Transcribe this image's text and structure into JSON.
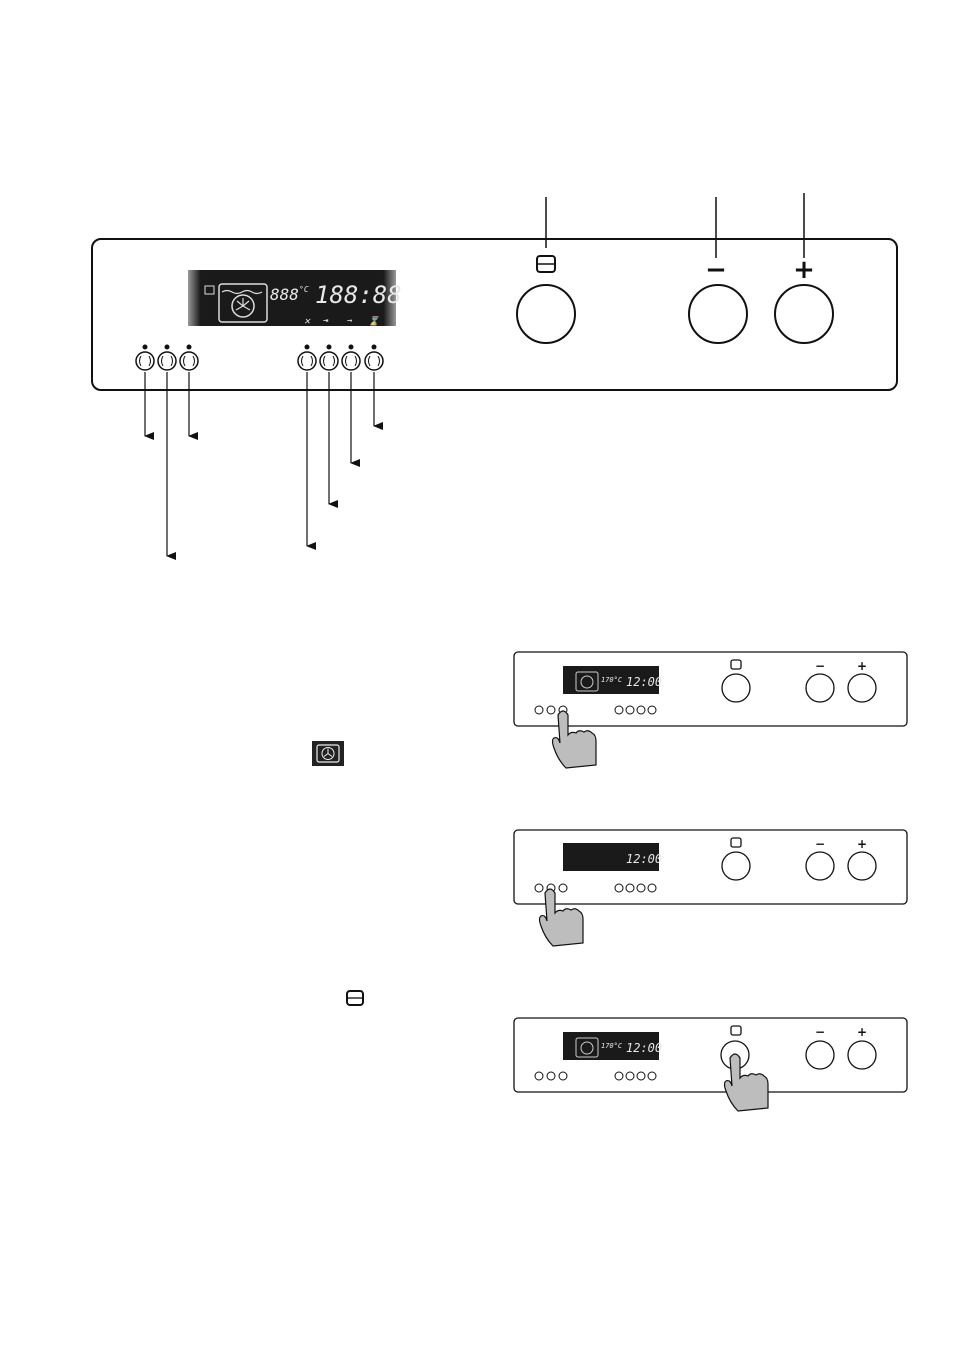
{
  "main_panel": {
    "display": {
      "temperature_digits": "888",
      "temperature_unit": "°C",
      "clock": "188:88"
    },
    "buttons": {
      "on_off_symbol": "oven-rectangle-icon",
      "minus_label": "−",
      "plus_label": "+"
    }
  },
  "step_panels": [
    {
      "display_temp": "170°C",
      "display_clock": "12:00",
      "minus_label": "−",
      "plus_label": "+"
    },
    {
      "display_clock": "12:00",
      "minus_label": "−",
      "plus_label": "+"
    },
    {
      "display_temp": "170°C",
      "display_clock": "12:00",
      "minus_label": "−",
      "plus_label": "+"
    }
  ],
  "inline_icons": [
    "fan-oven-icon",
    "oven-rectangle-icon"
  ]
}
